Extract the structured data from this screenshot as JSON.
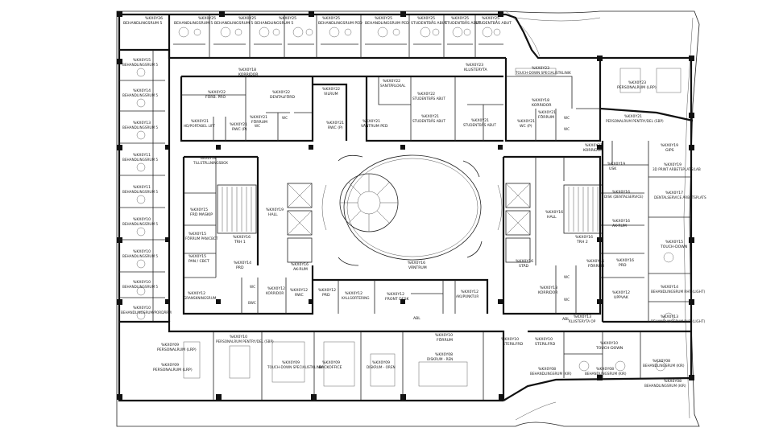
{
  "rooms": [
    {
      "id": "r1",
      "code": "%KX0Y26",
      "name": "BEHANDLINGSRUM 5"
    },
    {
      "id": "r2",
      "code": "%KX0Y25",
      "name": "BEHANDLINGSRUM 5"
    },
    {
      "id": "r3",
      "code": "%KX0Y25",
      "name": "BEHANDLINGSRUM 5"
    },
    {
      "id": "r4",
      "code": "%KX0Y25",
      "name": "BEHANDLINGSRUM 5"
    },
    {
      "id": "r5",
      "code": "%KX0Y25",
      "name": "BEHANDLINGSRUM PED"
    },
    {
      "id": "r6",
      "code": "%KX0Y25",
      "name": "BEHANDLINGSRUM PED"
    },
    {
      "id": "r7",
      "code": "%KX0Y25",
      "name": "STUDENTBÅS ABUT"
    },
    {
      "id": "r8",
      "code": "%KX0Y25",
      "name": "STUDENTBÅS ABUT"
    },
    {
      "id": "r9",
      "code": "%KX0Y25",
      "name": "STUDENTBÅS ABUT"
    },
    {
      "id": "r10",
      "code": "%KX0Y18",
      "name": "KORRIDOR"
    },
    {
      "id": "r11",
      "code": "%KX0Y22",
      "name": "FÖRB. PRO"
    },
    {
      "id": "r12",
      "code": "%KX0Y22",
      "name": "DENTALFÖRD"
    },
    {
      "id": "r13",
      "code": "%KX0Y22",
      "name": "VILRUM"
    },
    {
      "id": "r14",
      "code": "%KX0Y22",
      "name": "SANITÄRLOKAL"
    },
    {
      "id": "r15",
      "code": "%KX0Y22",
      "name": "STUDENTBÅS ABUT"
    },
    {
      "id": "r16",
      "code": "%KX0Y23",
      "name": "KLUSTERYTA"
    },
    {
      "id": "r17",
      "code": "%KX0Y23",
      "name": "TOUCH-DOWN SPECIALISTKLINIK"
    },
    {
      "id": "r18",
      "code": "%KX0Y23",
      "name": "PERSONALRUM (LRP)"
    },
    {
      "id": "r19",
      "code": "%KX0Y21",
      "name": "HD/PORTABEL LIFT"
    },
    {
      "id": "r20",
      "code": "%KX0Y21",
      "name": "FÖRRUM"
    },
    {
      "id": "r21",
      "code": "%KX0Y21",
      "name": "RWC (P)"
    },
    {
      "id": "r22",
      "code": "%KX0Y21",
      "name": "RWC (P)"
    },
    {
      "id": "r23",
      "code": "%KX0Y21",
      "name": "VÄNTRUM PED"
    },
    {
      "id": "r24",
      "code": "%KX0Y21",
      "name": "STUDENTBÅS ABUT"
    },
    {
      "id": "r25",
      "code": "%KX0Y21",
      "name": "STUDENTBÅS ABUT"
    },
    {
      "id": "r26",
      "code": "%KX0Y21",
      "name": "WC (P)"
    },
    {
      "id": "r27",
      "code": "%KX0Y21",
      "name": "FÖRRUM"
    },
    {
      "id": "r28",
      "code": "%KX0Y21",
      "name": "PERSONALRUM PENTRY/DEL (SBP)"
    },
    {
      "id": "r29",
      "code": "%KX0Y18",
      "name": "KORRIDOR"
    },
    {
      "id": "r30",
      "code": "%KX0Y21",
      "name": "KORRIDOR"
    },
    {
      "id": "r31",
      "code": "%KX0Y19",
      "name": "GIPS"
    },
    {
      "id": "r32",
      "code": "%KX0Y19",
      "name": "USK"
    },
    {
      "id": "r33",
      "code": "%KX0Y19",
      "name": "3D PRINT ARBETSPLATS/LAB"
    },
    {
      "id": "r34",
      "code": "%KX0Y17",
      "name": "DENTALSERVICE ARBETSPLATS"
    },
    {
      "id": "r35",
      "code": "%KX0Y16",
      "name": "DISK (DENTALSERVICE)"
    },
    {
      "id": "r36",
      "code": "%KX0Y16",
      "name": "AK-RUM"
    },
    {
      "id": "r37",
      "code": "%KX0Y15",
      "name": "TOUCH-DOWN"
    },
    {
      "id": "r38",
      "code": "%KX0Y16",
      "name": "PRD"
    },
    {
      "id": "r39",
      "code": "%KX0Y12",
      "name": "UPPVAK"
    },
    {
      "id": "r40",
      "code": "%KX0Y14",
      "name": "BEHANDLINGSRUM RHT (LIGHT)"
    },
    {
      "id": "r41",
      "code": "%KX0Y13",
      "name": "BEHANDLINGSRUM RHT (LIGHT)"
    },
    {
      "id": "r42",
      "code": "%KX0Y16",
      "name": "HALL"
    },
    {
      "id": "r43",
      "code": "%KX0Y16",
      "name": "TRH 2"
    },
    {
      "id": "r44",
      "code": "%KX0Y16",
      "name": "STÄD"
    },
    {
      "id": "r45",
      "code": "%KX0Y16",
      "name": "FÖRRUM"
    },
    {
      "id": "r46",
      "code": "%KX0Y13",
      "name": "KORRIDOR"
    },
    {
      "id": "r47",
      "code": "%KX0Y13",
      "name": "KLUSTERYTA OP"
    },
    {
      "id": "r48",
      "code": "%KX0Y10",
      "name": "TOUCH-DOWN"
    },
    {
      "id": "r49",
      "code": "%KX0Y10",
      "name": "STERILFRD"
    },
    {
      "id": "r50",
      "code": "%KX0Y10",
      "name": "STERILFRD"
    },
    {
      "id": "r51",
      "code": "%KX0Y08",
      "name": "BEHANDLINGSRUM (KIR)"
    },
    {
      "id": "r52",
      "code": "%KX0Y08",
      "name": "BEHANDLINGSRUM (KIR)"
    },
    {
      "id": "r53",
      "code": "%KX0Y08",
      "name": "BEHANDLINGSRUM (KIR)"
    },
    {
      "id": "r54",
      "code": "%KX0Y16",
      "name": "VÄNTRUM"
    },
    {
      "id": "r55",
      "code": "%KX0Y19",
      "name": "TILLSTÄLLNINGSBOX"
    },
    {
      "id": "r56",
      "code": "%KX0Y19",
      "name": "HALL"
    },
    {
      "id": "r57",
      "code": "%KX0Y16",
      "name": "TRH 1"
    },
    {
      "id": "r58",
      "code": "%KX0Y15",
      "name": "FRD MASKIP"
    },
    {
      "id": "r59",
      "code": "%KX0Y15",
      "name": "FÖRRUM PAN/CBCT"
    },
    {
      "id": "r60",
      "code": "%KX0Y15",
      "name": "PAN / CBCT"
    },
    {
      "id": "r61",
      "code": "%KX0Y14",
      "name": "PRD"
    },
    {
      "id": "r62",
      "code": "%KX0Y12",
      "name": "GRANSKNINGSRUM"
    },
    {
      "id": "r63",
      "code": "%KX0Y16",
      "name": "AK-RUM"
    },
    {
      "id": "r64",
      "code": "%KX0Y12",
      "name": "KORRIDOR"
    },
    {
      "id": "r65",
      "code": "%KX0Y12",
      "name": "RWC"
    },
    {
      "id": "r66",
      "code": "%KX0Y12",
      "name": "PRD"
    },
    {
      "id": "r67",
      "code": "%KX0Y12",
      "name": "KALLSORTERING"
    },
    {
      "id": "r68",
      "code": "%KX0Y12",
      "name": "FRONT DESK"
    },
    {
      "id": "r69",
      "code": "%KX0Y12",
      "name": "AKUPUNKTUR"
    },
    {
      "id": "r70",
      "code": "%KX0Y10",
      "name": "PERSONALRUM PENTRY/DEL (SBP)"
    },
    {
      "id": "r71",
      "code": "%KX0Y09",
      "name": "PERSONALRUM (LRP)"
    },
    {
      "id": "r72",
      "code": "%KX0Y09",
      "name": "TOUCH-DOWN SPECIALISTKLINIK"
    },
    {
      "id": "r73",
      "code": "%KX0Y09",
      "name": "BACKOFFICE"
    },
    {
      "id": "r74",
      "code": "%KX0Y09",
      "name": "DISKRUM - OREN"
    },
    {
      "id": "r75",
      "code": "%KX0Y10",
      "name": "FÖRRUM"
    },
    {
      "id": "r76",
      "code": "%KX0Y08",
      "name": "DISKRUM - REN"
    },
    {
      "id": "r77",
      "code": "%KX0Y08",
      "name": "BEHANDLINGSRUM (KIR)"
    },
    {
      "id": "r78",
      "code": "",
      "name": "ABL"
    },
    {
      "id": "r79",
      "code": "",
      "name": "ABL"
    },
    {
      "id": "r80",
      "code": "%KX0Y15",
      "name": "BEHANDLINGSRUM 5"
    },
    {
      "id": "r81",
      "code": "%KX0Y14",
      "name": "BEHANDLINGSRUM 5"
    },
    {
      "id": "r82",
      "code": "%KX0Y13",
      "name": "BEHANDLINGSRUM 5"
    },
    {
      "id": "r83",
      "code": "%KX0Y11",
      "name": "BEHANDLINGSRUM 5"
    },
    {
      "id": "r84",
      "code": "%KX0Y11",
      "name": "BEHANDLINGSRUM 5"
    },
    {
      "id": "r85",
      "code": "%KX0Y10",
      "name": "BEHANDLINGSRUM 5"
    },
    {
      "id": "r86",
      "code": "%KX0Y10",
      "name": "BEHANDLINGSRUM 5"
    },
    {
      "id": "r87",
      "code": "%KX0Y10",
      "name": "BEHANDLINGSRUM 5"
    },
    {
      "id": "r88",
      "code": "%KX0Y10",
      "name": "BEHANDLINGSRUM/PORDÄRM"
    },
    {
      "id": "r89",
      "code": "%KX0Y09",
      "name": "PERSONALRUM (LRP)"
    }
  ],
  "small_labels": {
    "wc": "WC",
    "bwc": "BWC"
  }
}
